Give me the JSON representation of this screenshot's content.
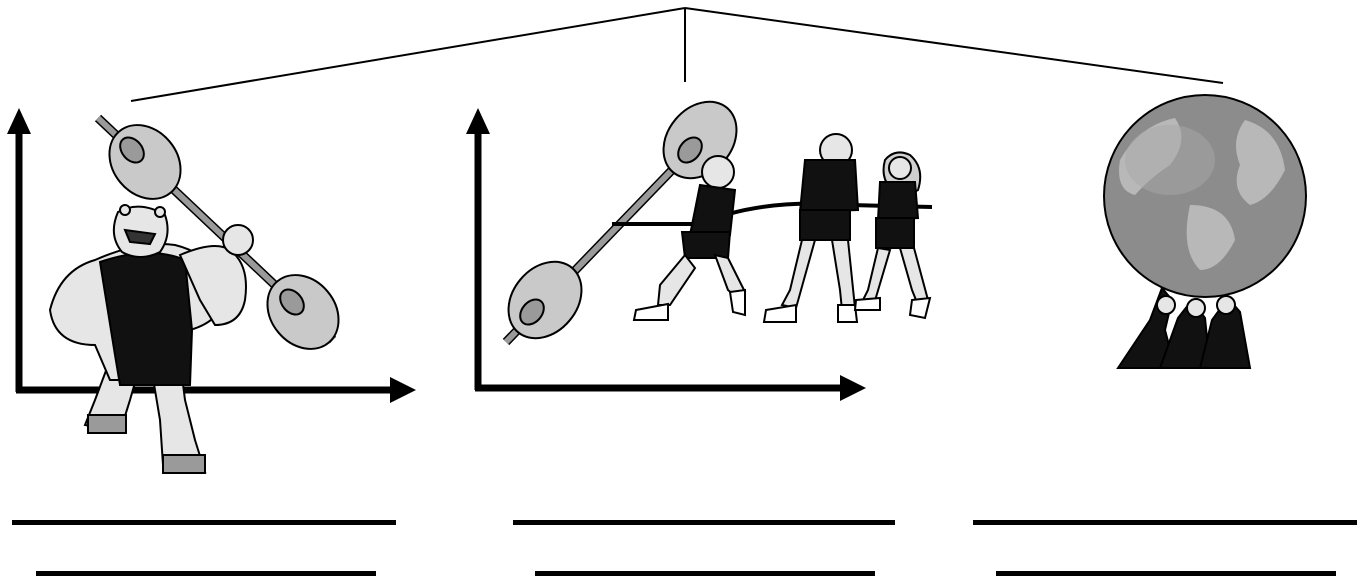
{
  "panels": [
    {
      "id": "panel-1",
      "illustration": "polar-bear-weightlifter-icon",
      "has_axes": true
    },
    {
      "id": "panel-2",
      "illustration": "tug-of-war-barbell-icon",
      "has_axes": true
    },
    {
      "id": "panel-3",
      "illustration": "people-holding-globe-icon",
      "has_axes": false
    }
  ],
  "answer_blanks": {
    "per_panel": 2,
    "filled": [
      "",
      "",
      "",
      "",
      "",
      ""
    ]
  },
  "colors": {
    "ink": "#000000",
    "plate": "#c9c9c9",
    "bar": "#9a9a9a",
    "globe": "#8c8c8c",
    "land": "#b8b8b8",
    "skin": "#e6e6e6"
  }
}
